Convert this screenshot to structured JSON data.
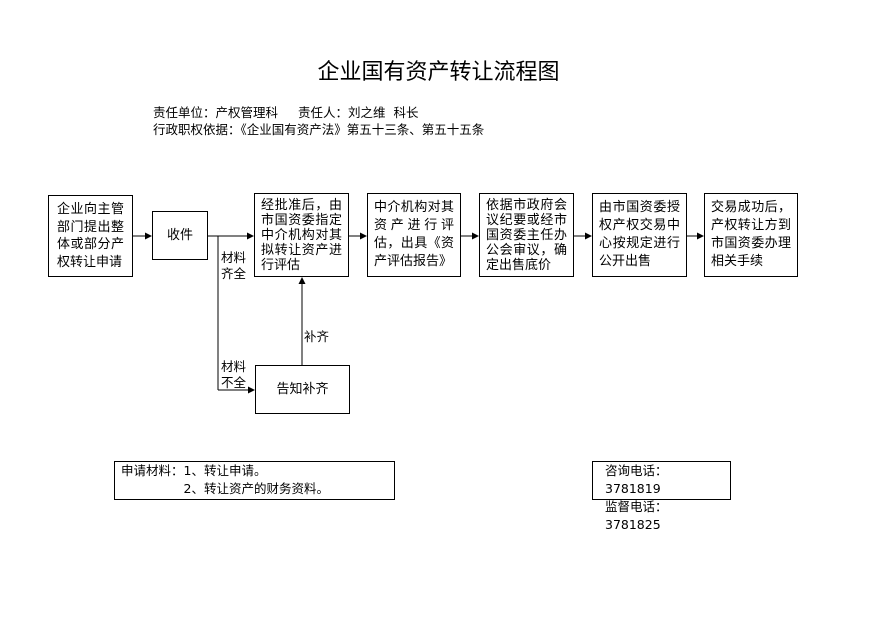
{
  "title": "企业国有资产转让流程图",
  "info": {
    "unit": "责任单位：产权管理科",
    "person": "责任人：刘之维  科长",
    "basis": "行政职权依据：《企业国有资产法》第五十三条、第五十五条"
  },
  "steps": [
    {
      "lines": [
        "企业向主管",
        "部门提出整",
        "体或部分产",
        "权转让申请"
      ]
    },
    {
      "lines": [
        "收件"
      ]
    },
    {
      "lines": [
        "经批准后，由",
        "市国资委指定",
        "中介机构对其",
        "拟转让资产进",
        "行评估"
      ]
    },
    {
      "lines": [
        "中介机构对其",
        "资产进行评",
        "估，出具《资",
        "产评估报告》"
      ]
    },
    {
      "lines": [
        "依据市政府会",
        "议纪要或经市",
        "国资委主任办",
        "公会审议，确",
        "定出售底价"
      ]
    },
    {
      "lines": [
        "由市国资委授",
        "权产权交易中",
        "心按规定进行",
        "公开出售"
      ]
    },
    {
      "lines": [
        "交易成功后，",
        "产权转让方到",
        "市国资委办理",
        "相关手续"
      ]
    }
  ],
  "notify": "告知补齐",
  "edge_labels": {
    "complete": [
      "材料",
      "齐全"
    ],
    "incomplete": [
      "材料",
      "不全"
    ],
    "supplement": "补齐"
  },
  "materials": {
    "label": "申请材料：",
    "items": [
      "1、转让申请。",
      "2、转让资产的财务资料。"
    ]
  },
  "contacts": [
    "咨询电话：3781819",
    "监督电话：3781825"
  ],
  "colors": {
    "line": "#000000",
    "background": "#ffffff"
  }
}
